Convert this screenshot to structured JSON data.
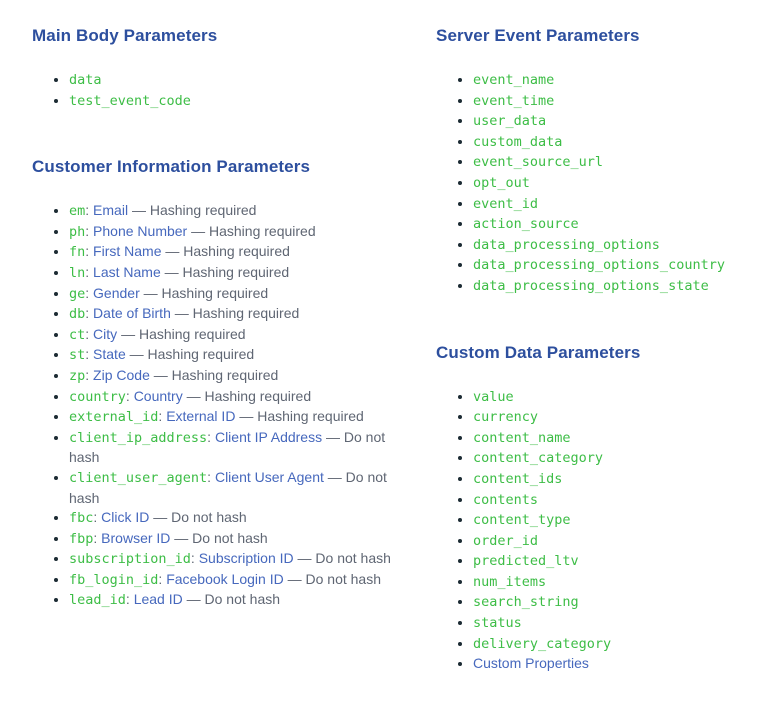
{
  "formatting": {
    "separator": ": ",
    "space": " "
  },
  "colors": {
    "heading": "#2d4f9e",
    "code_green": "#3dbd46",
    "link_blue": "#4668bd",
    "note_gray": "#5f6673",
    "text_dark": "#1c2b33",
    "background": "#ffffff"
  },
  "columns": {
    "left": {
      "sections": [
        {
          "title": "Main Body Parameters",
          "items": [
            {
              "code": "data"
            },
            {
              "code": "test_event_code"
            }
          ]
        },
        {
          "title": "Customer Information Parameters",
          "items": [
            {
              "code": "em",
              "label": "Email",
              "note": "— Hashing required"
            },
            {
              "code": "ph",
              "label": "Phone Number",
              "note": "— Hashing required"
            },
            {
              "code": "fn",
              "label": "First Name",
              "note": "— Hashing required"
            },
            {
              "code": "ln",
              "label": "Last Name",
              "note": "— Hashing required"
            },
            {
              "code": "ge",
              "label": "Gender",
              "note": "— Hashing required"
            },
            {
              "code": "db",
              "label": "Date of Birth",
              "note": "— Hashing required"
            },
            {
              "code": "ct",
              "label": "City",
              "note": "— Hashing required"
            },
            {
              "code": "st",
              "label": "State",
              "note": "— Hashing required"
            },
            {
              "code": "zp",
              "label": "Zip Code",
              "note": "— Hashing required"
            },
            {
              "code": "country",
              "label": "Country",
              "note": "— Hashing required"
            },
            {
              "code": "external_id",
              "label": "External ID",
              "note": "— Hashing required"
            },
            {
              "code": "client_ip_address",
              "label": "Client IP Address",
              "note": "— Do not hash"
            },
            {
              "code": "client_user_agent",
              "label": "Client User Agent",
              "note": "— Do not hash"
            },
            {
              "code": "fbc",
              "label": "Click ID",
              "note": "— Do not hash"
            },
            {
              "code": "fbp",
              "label": "Browser ID",
              "note": "— Do not hash"
            },
            {
              "code": "subscription_id",
              "label": "Subscription ID",
              "note": "— Do not hash"
            },
            {
              "code": "fb_login_id",
              "label": "Facebook Login ID",
              "note": "— Do not hash"
            },
            {
              "code": "lead_id",
              "label": "Lead ID",
              "note": "— Do not hash"
            }
          ]
        }
      ]
    },
    "right": {
      "sections": [
        {
          "title": "Server Event Parameters",
          "items": [
            {
              "code": "event_name"
            },
            {
              "code": "event_time"
            },
            {
              "code": "user_data"
            },
            {
              "code": "custom_data"
            },
            {
              "code": "event_source_url"
            },
            {
              "code": "opt_out"
            },
            {
              "code": "event_id"
            },
            {
              "code": "action_source"
            },
            {
              "code": "data_processing_options"
            },
            {
              "code": "data_processing_options_country"
            },
            {
              "code": "data_processing_options_state"
            }
          ]
        },
        {
          "title": "Custom Data Parameters",
          "items": [
            {
              "code": "value"
            },
            {
              "code": "currency"
            },
            {
              "code": "content_name"
            },
            {
              "code": "content_category"
            },
            {
              "code": "content_ids"
            },
            {
              "code": "contents"
            },
            {
              "code": "content_type"
            },
            {
              "code": "order_id"
            },
            {
              "code": "predicted_ltv"
            },
            {
              "code": "num_items"
            },
            {
              "code": "search_string"
            },
            {
              "code": "status"
            },
            {
              "code": "delivery_category"
            },
            {
              "link_text": "Custom Properties"
            }
          ]
        }
      ]
    }
  }
}
